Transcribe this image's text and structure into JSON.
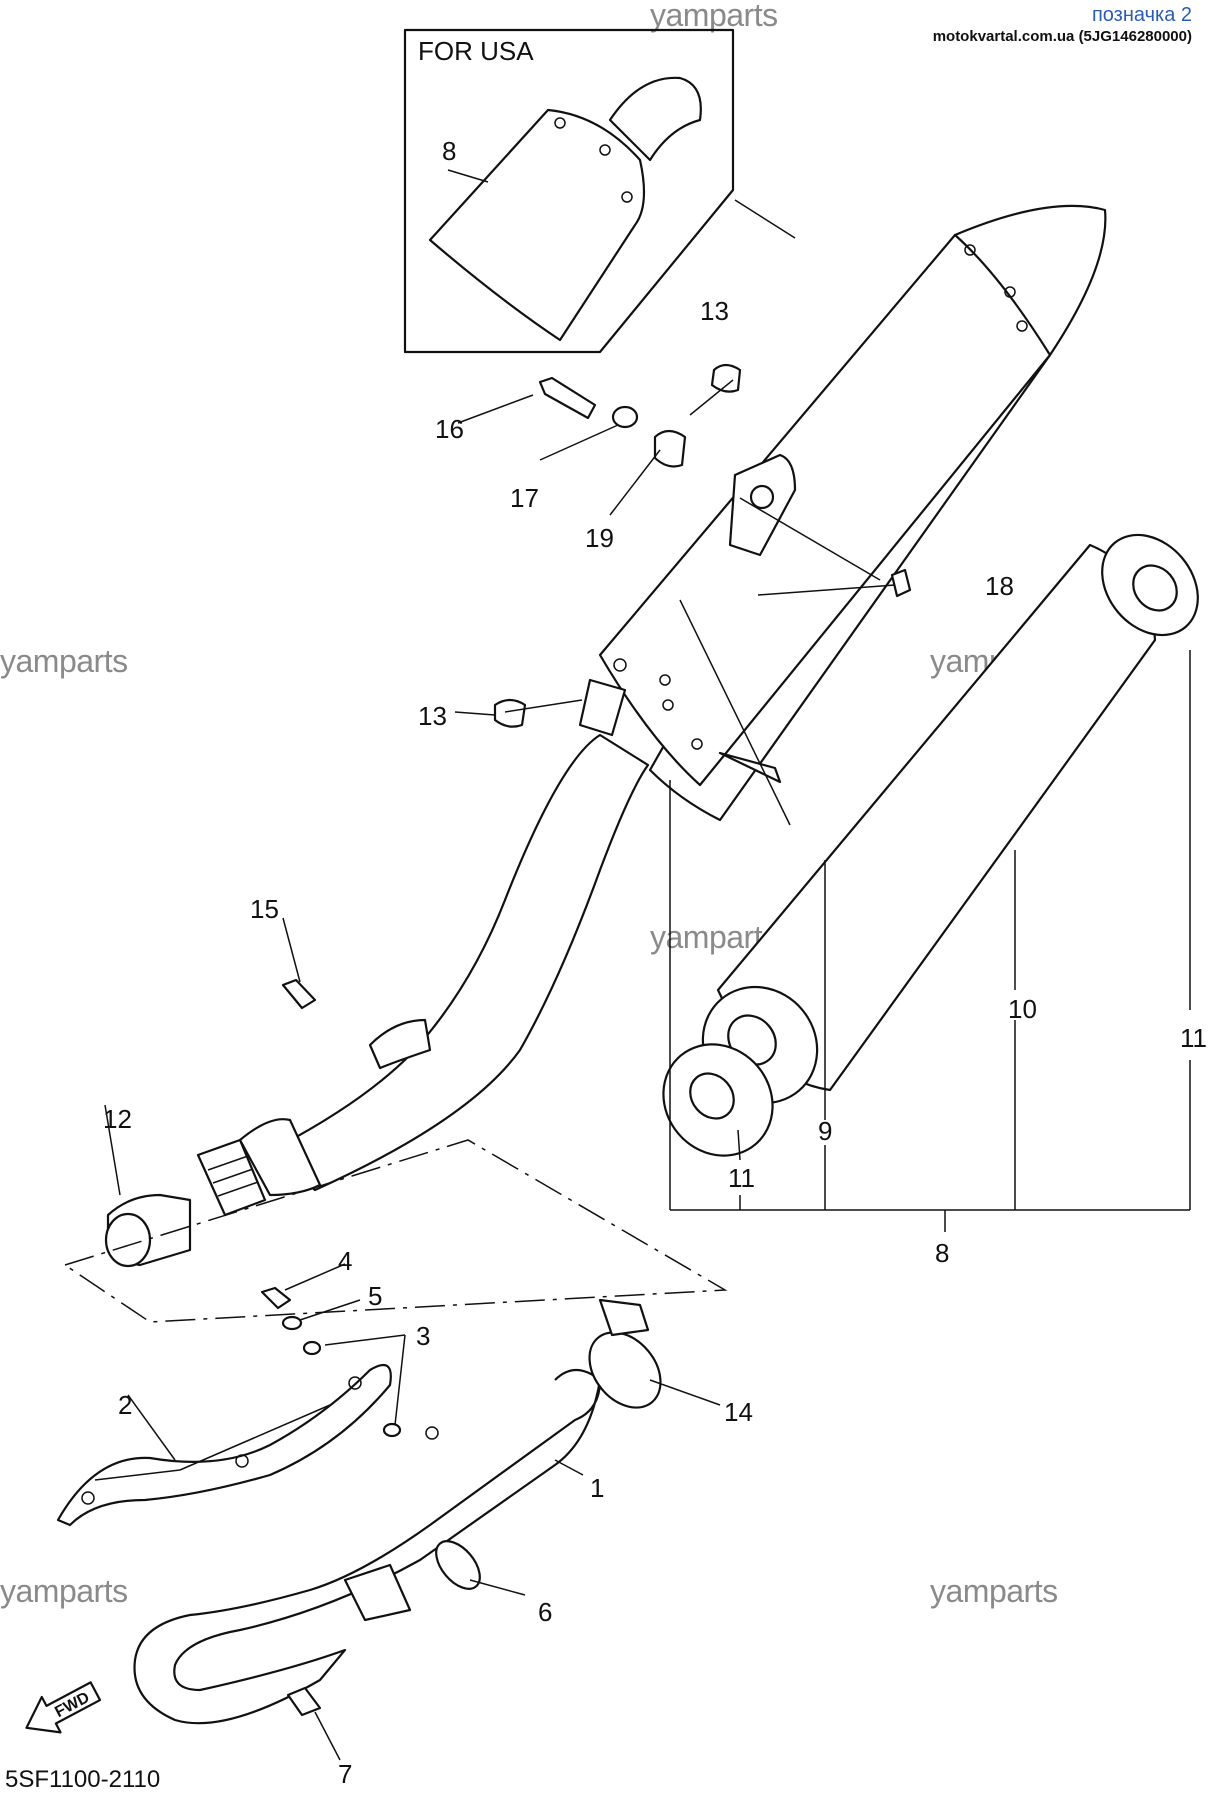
{
  "header": {
    "title": "позначка 2",
    "subtitle": "motokvartal.com.ua (5JG146280000)"
  },
  "watermarks": [
    "yamparts",
    "yamparts",
    "yamparts",
    "yamparts",
    "yamparts",
    "yamparts"
  ],
  "inset": {
    "label": "FOR USA",
    "part": "8"
  },
  "diagram_code": "5SF1100-2110",
  "fwd_label": "FWD",
  "parts": {
    "p1": "1",
    "p2": "2",
    "p3": "3",
    "p4": "4",
    "p5": "5",
    "p6": "6",
    "p7": "7",
    "p8": "8",
    "p9": "9",
    "p10": "10",
    "p11a": "11",
    "p11b": "11",
    "p12": "12",
    "p13a": "13",
    "p13b": "13",
    "p14": "14",
    "p15": "15",
    "p16": "16",
    "p17": "17",
    "p18": "18",
    "p19": "19"
  }
}
